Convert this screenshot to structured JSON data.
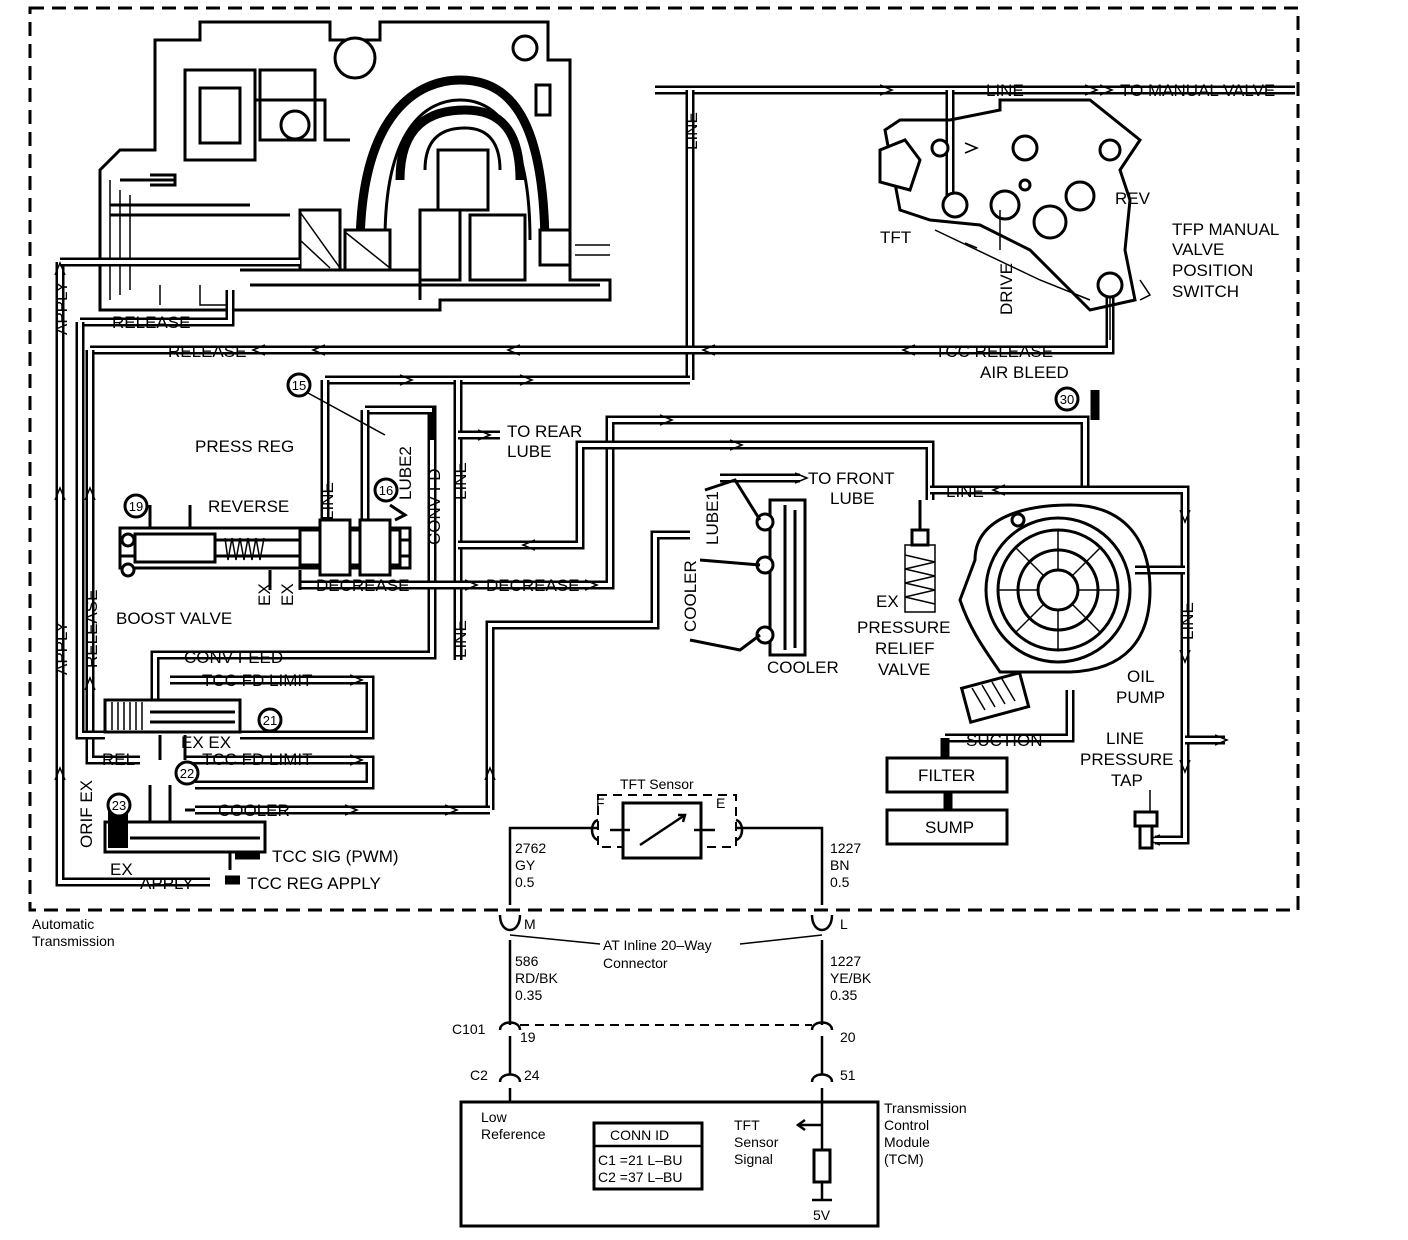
{
  "labels": {
    "line_top": "LINE",
    "to_manual_valve": "TO MANUAL VALVE",
    "line_vertical_top": "LINE",
    "rev": "REV",
    "tft": "TFT",
    "drive": "DRIVE",
    "tfp_switch_l1": "TFP MANUAL",
    "tfp_switch_l2": "VALVE",
    "tfp_switch_l3": "POSITION",
    "tfp_switch_l4": "SWITCH",
    "apply_left_top": "APPLY",
    "release_top": "RELEASE",
    "release_mid": "RELEASE",
    "tcc_release": "TCC RELEASE",
    "air_bleed": "AIR BLEED",
    "to_rear_l1": "TO REAR",
    "to_rear_l2": "LUBE",
    "press_reg": "PRESS REG",
    "line_v1": "LINE",
    "lube2": "LUBE2",
    "conv_fd": "CONV FD",
    "line_v2": "LINE",
    "reverse": "REVERSE",
    "ex1": "EX",
    "ex2": "EX",
    "decrease1": "DECREASE",
    "decrease2": "DECREASE",
    "boost_valve": "BOOST VALVE",
    "line_v3": "LINE",
    "to_front_l1": "TO FRONT",
    "to_front_l2": "LUBE",
    "lube1": "LUBE1",
    "line_mid": "LINE",
    "cooler_v": "COOLER",
    "cooler": "COOLER",
    "ex_prv": "EX",
    "prv_l1": "PRESSURE",
    "prv_l2": "RELIEF",
    "prv_l3": "VALVE",
    "line_right_v": "LINE",
    "oil_pump_l1": "OIL",
    "oil_pump_l2": "PUMP",
    "suction": "SUCTION",
    "filter": "FILTER",
    "sump": "SUMP",
    "lpt_l1": "LINE",
    "lpt_l2": "PRESSURE",
    "lpt_l3": "TAP",
    "apply_left_mid": "APPLY",
    "release_left_mid": "RELEASE",
    "conv_feed": "CONV FEED",
    "tcc_fd_limit1": "TCC FD LIMIT",
    "ex_ex": "EX EX",
    "rel": "REL",
    "tcc_fd_limit2": "TCC FD LIMIT",
    "orif_ex": "ORIF EX",
    "cooler_low": "COOLER",
    "tcc_sig": "TCC SIG (PWM)",
    "ex_low": "EX",
    "apply_low": "APPLY",
    "tcc_reg_apply": "TCC REG APPLY",
    "automatic_l1": "Automatic",
    "automatic_l2": "Transmission"
  },
  "callouts": {
    "n15": "15",
    "n16": "16",
    "n19": "19",
    "n21": "21",
    "n22": "22",
    "n23": "23",
    "n30": "30"
  },
  "circuit": {
    "sensor_title": "TFT Sensor",
    "pin_f": "F",
    "pin_e": "E",
    "wire_left_circuit": "2762",
    "wire_left_color": "GY",
    "wire_left_size": "0.5",
    "wire_right_circuit": "1227",
    "wire_right_color": "BN",
    "wire_right_size": "0.5",
    "pin_m": "M",
    "pin_l": "L",
    "inline_l1": "AT Inline 20–Way",
    "inline_l2": "Connector",
    "wire2_left_circuit": "586",
    "wire2_left_color": "RD/BK",
    "wire2_left_size": "0.35",
    "wire2_right_circuit": "1227",
    "wire2_right_color": "YE/BK",
    "wire2_right_size": "0.35",
    "c101": "C101",
    "pin19": "19",
    "pin20": "20",
    "c2": "C2",
    "pin24": "24",
    "pin51": "51",
    "low_ref_l1": "Low",
    "low_ref_l2": "Reference",
    "conn_id_title": "CONN ID",
    "conn_id_c1": "C1 =21 L–BU",
    "conn_id_c2": "C2 =37 L–BU",
    "tft_sig_l1": "TFT",
    "tft_sig_l2": "Sensor",
    "tft_sig_l3": "Signal",
    "five_v": "5V",
    "tcm_l1": "Transmission",
    "tcm_l2": "Control",
    "tcm_l3": "Module",
    "tcm_l4": "(TCM)"
  }
}
